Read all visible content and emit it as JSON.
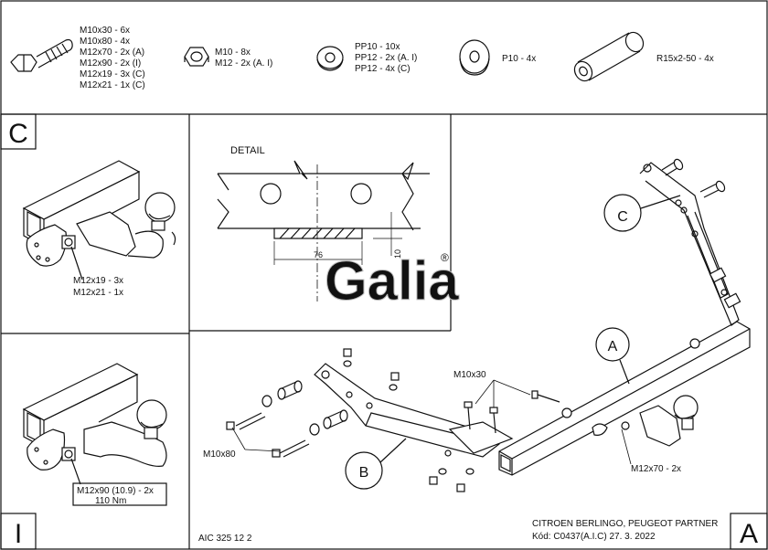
{
  "parts": {
    "bolt": [
      "M10x30 - 6x",
      "M10x80 - 4x",
      "M12x70 - 2x (A)",
      "M12x90 - 2x (I)",
      "M12x19 - 3x (C)",
      "M12x21 - 1x (C)"
    ],
    "nut": [
      "M10 - 8x",
      "M12 - 2x (A. I)"
    ],
    "washer_pp": [
      "PP10 - 10x",
      "PP12 - 2x (A. I)",
      "PP12 - 4x (C)"
    ],
    "washer_p": [
      "P10 - 4x"
    ],
    "spacer": [
      "R15x2-50 - 4x"
    ]
  },
  "panels": {
    "c_letter": "C",
    "c_bolts": [
      "M12x19 - 3x",
      "M12x21 - 1x"
    ],
    "detail_label": "DETAIL",
    "detail_dim_76": "76",
    "detail_dim_10": "10",
    "watermark": "Galia",
    "watermark_mark": "®",
    "i_letter": "I",
    "i_bolt": "M12x90 (10.9) - 2x",
    "i_torque": "110 Nm",
    "main_callout_a": "A",
    "main_callout_b": "B",
    "main_callout_c": "C",
    "main_m10x30": "M10x30",
    "main_m10x80": "M10x80",
    "main_m12x70": "M12x70 - 2x"
  },
  "footer": {
    "code": "AIC 325 12 2",
    "model": "CITROEN BERLINGO, PEUGEOT PARTNER",
    "kod": "Kód: C0437(A.I.C)  27. 3. 2022",
    "a_letter": "A"
  }
}
